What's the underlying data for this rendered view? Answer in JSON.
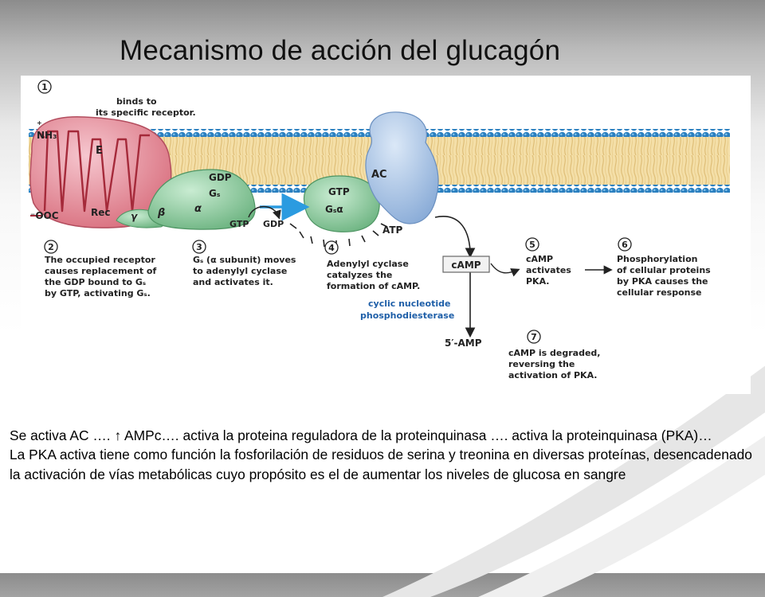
{
  "slide": {
    "title": "Mecanismo de acción del glucagón"
  },
  "diagram": {
    "steps": {
      "s1": {
        "num": "1",
        "lines": [
          "binds to",
          "its specific receptor."
        ]
      },
      "s2": {
        "num": "2",
        "lines": [
          "The occupied receptor",
          "causes replacement of",
          "the GDP bound to Gₛ",
          "by GTP, activating Gₛ."
        ]
      },
      "s3": {
        "num": "3",
        "lines": [
          "Gₛ (α subunit) moves",
          "to adenylyl cyclase",
          "and activates it."
        ]
      },
      "s4": {
        "num": "4",
        "lines": [
          "Adenylyl cyclase",
          "catalyzes the",
          "formation of cAMP."
        ]
      },
      "s5": {
        "num": "5",
        "lines": [
          "cAMP",
          "activates",
          "PKA."
        ]
      },
      "s6": {
        "num": "6",
        "lines": [
          "Phosphorylation",
          "of cellular proteins",
          "by PKA causes the",
          "cellular response"
        ]
      },
      "s7": {
        "num": "7",
        "lines": [
          "cAMP is degraded,",
          "reversing the",
          "activation of PKA."
        ]
      }
    },
    "labels": {
      "nh3": "NH₃",
      "plus": "+",
      "ooc": "⁻OOC",
      "e": "E",
      "rec": "Rec",
      "gamma": "γ",
      "beta": "β",
      "alpha": "α",
      "gdp1": "GDP",
      "gs": "Gₛ",
      "gtp1": "GTP",
      "gsa": "Gₛα",
      "ac": "AC",
      "gtp2": "GTP",
      "gdp2": "GDP",
      "atp": "ATP",
      "camp": "cAMP",
      "pde_line1": "cyclic nucleotide",
      "pde_line2": "phosphodiesterase",
      "amp": "5′-AMP"
    }
  },
  "body_text": {
    "p1": "Se activa  AC …. ↑ AMPc…. activa la proteina reguladora de la proteinquinasa …. activa la proteinquinasa  (PKA)…",
    "p2": "La PKA activa tiene como función la fosforilación de residuos de serina y treonina en diversas proteínas, desencadenado la activación de vías metabólicas cuyo propósito es el de aumentar los niveles de glucosa en sangre"
  },
  "colors": {
    "receptor": "#d9707f",
    "gprotein": "#7cc08f",
    "adenylyl_cyclase": "#8fb1dc",
    "membrane_head": "#2a7fbf",
    "membrane_tail": "#f1d79a",
    "arrow_blue": "#2b9be0"
  }
}
